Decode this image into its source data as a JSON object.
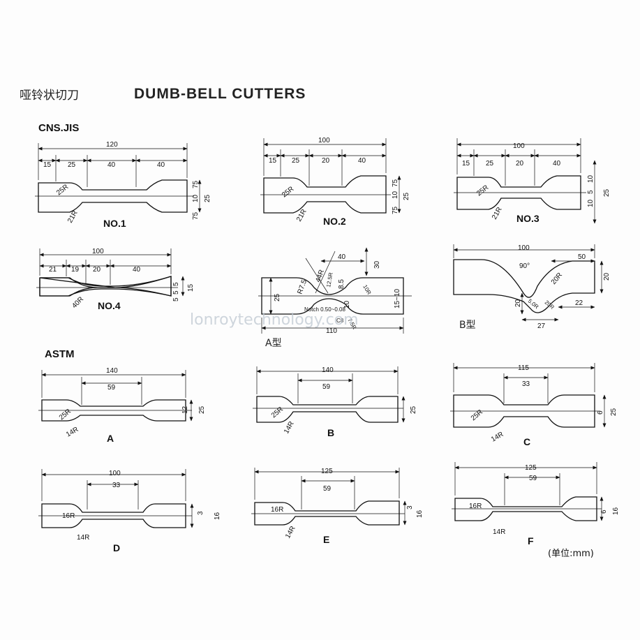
{
  "header": {
    "title_cn": "哑铃状切刀",
    "title_en": "DUMB-BELL CUTTERS"
  },
  "sections": {
    "jis": "CNS.JIS",
    "astm": "ASTM"
  },
  "watermark": "lonroytechnology.com",
  "unit_note": "(单位:mm)",
  "cutters": {
    "no1": {
      "label": "NO.1",
      "total": "120",
      "segs": [
        "15",
        "25",
        "40",
        "40"
      ],
      "radius1": "25R",
      "radius2": "21R",
      "widths": [
        "75",
        "10",
        "75",
        "25"
      ]
    },
    "no2": {
      "label": "NO.2",
      "total": "100",
      "segs": [
        "15",
        "25",
        "20",
        "40"
      ],
      "radius1": "25R",
      "radius2": "21R",
      "widths": [
        "75",
        "10",
        "75",
        "25"
      ]
    },
    "no3": {
      "label": "NO.3",
      "total": "100",
      "segs": [
        "15",
        "25",
        "20",
        "40"
      ],
      "radius1": "25R",
      "radius2": "21R",
      "widths": [
        "10",
        "5",
        "10",
        "25"
      ]
    },
    "no4": {
      "label": "NO.4",
      "total": "100",
      "segs": [
        "21",
        "19",
        "20",
        "40"
      ],
      "radius1": "40R",
      "widths": [
        "5",
        "5",
        "5",
        "15"
      ]
    },
    "typeA": {
      "label": "A型",
      "total": "110",
      "w_mid": "40",
      "h_top": "30",
      "left_h": "25",
      "r1": "R7.5",
      "r2": "44R",
      "r3": "12.5R",
      "h_neck": "8.5",
      "r4": "10R",
      "r5": "10",
      "right_w": "15~10",
      "notch": "Notch\n0.50~0.08",
      "c8": "C8",
      "r6": "7.5R"
    },
    "typeB": {
      "label": "B型",
      "total": "100",
      "top_w": "50",
      "angle": "90°",
      "r": "20R",
      "h": "20",
      "h2": "20",
      "r2": "5.0R",
      "r3": "20R",
      "w22": "22",
      "w27": "27"
    },
    "a": {
      "label": "A",
      "total": "140",
      "mid": "59",
      "r1": "25R",
      "r2": "14R",
      "widths": [
        "12",
        "25"
      ]
    },
    "b": {
      "label": "B",
      "total": "140",
      "mid": "59",
      "r1": "25R",
      "r2": "14R",
      "widths": [
        "25"
      ]
    },
    "c": {
      "label": "C",
      "total": "115",
      "mid": "33",
      "r1": "25R",
      "r2": "14R",
      "widths": [
        "6",
        "25"
      ]
    },
    "d": {
      "label": "D",
      "total": "100",
      "mid": "33",
      "r1": "16R",
      "r2": "14R",
      "widths": [
        "3",
        "16"
      ]
    },
    "e": {
      "label": "E",
      "total": "125",
      "mid": "59",
      "r1": "16R",
      "r2": "14R",
      "widths": [
        "3",
        "16"
      ]
    },
    "f": {
      "label": "F",
      "total": "125",
      "mid": "59",
      "r1": "16R",
      "r2": "14R",
      "widths": [
        "6",
        "16"
      ]
    }
  }
}
